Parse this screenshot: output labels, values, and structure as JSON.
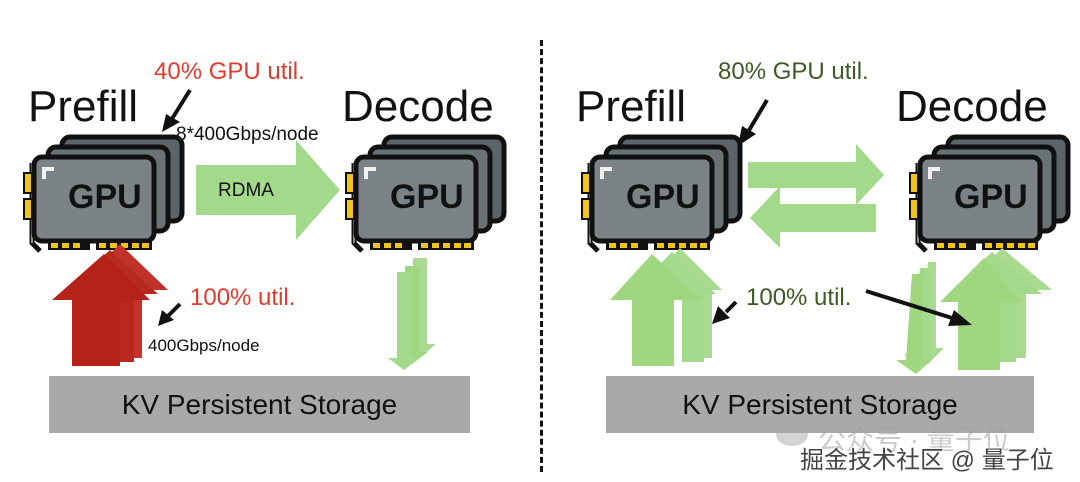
{
  "left_panel": {
    "prefill_label": "Prefill",
    "decode_label": "Decode",
    "gpu_util": "40% GPU util.",
    "link_bandwidth": "8*400Gbps/node",
    "transfer_label": "RDMA",
    "storage_util": "100% util.",
    "storage_bandwidth": "400Gbps/node",
    "storage_label": "KV Persistent Storage",
    "gpu_card_label": "GPU"
  },
  "right_panel": {
    "prefill_label": "Prefill",
    "decode_label": "Decode",
    "gpu_util": "80% GPU util.",
    "storage_util": "100% util.",
    "storage_label": "KV Persistent Storage",
    "gpu_card_label": "GPU"
  },
  "watermark": {
    "line1": "公众号 · 量子位",
    "line2": "掘金技术社区 @ 量子位"
  },
  "colors": {
    "red_text": "#e23b2e",
    "green_text": "#3d5a26",
    "red_arrow": "#b8231c",
    "green_arrow": "#9fd67f",
    "storage_bg": "#a9a9a9",
    "gpu_body": "#7b8387",
    "gpu_pins": "#f0c419"
  }
}
